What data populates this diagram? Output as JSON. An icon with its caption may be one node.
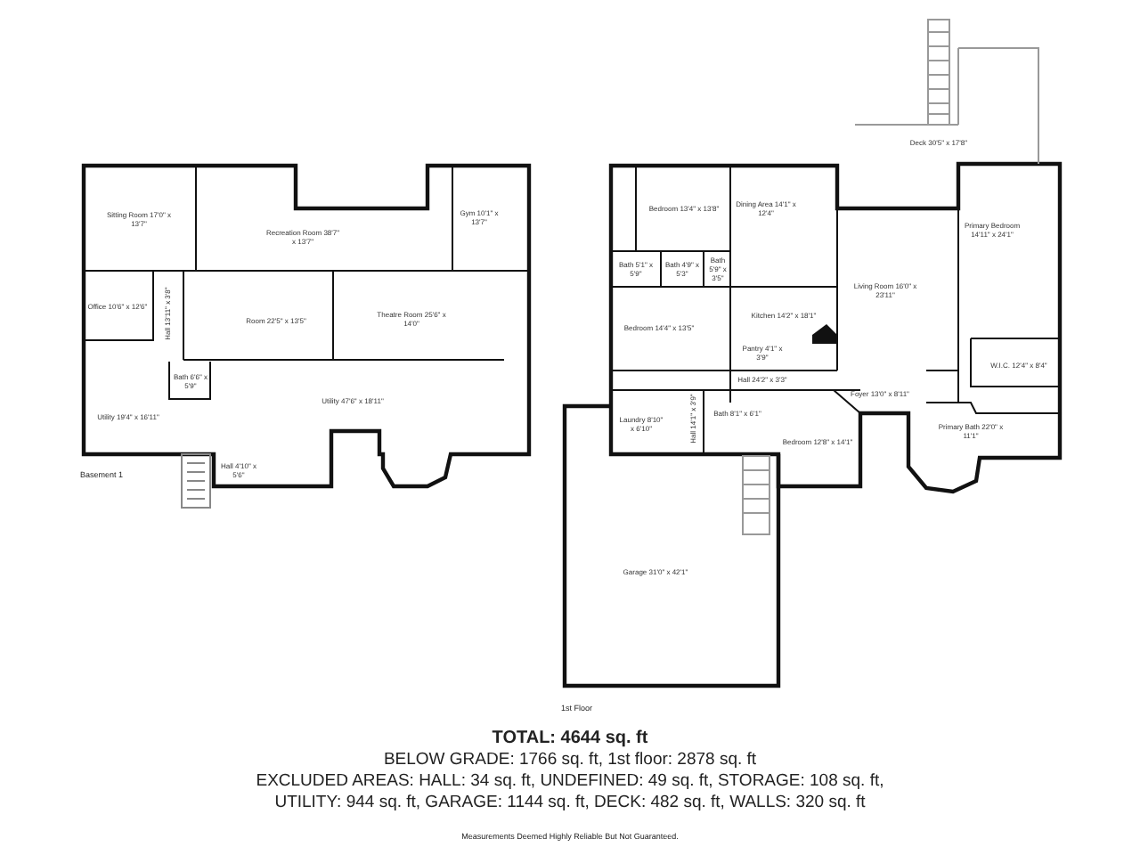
{
  "diagram": {
    "nodes": [
      {
        "text": [
          "Sitting Room 17'0\" x 13'7\""
        ]
      },
      {
        "text": [
          "Recreation Room 38'7\" x 13'7\""
        ]
      },
      {
        "text": [
          "Gym 10'1\" x 13'7\""
        ]
      },
      {
        "text": [
          "Office 10'6\" x 12'6\""
        ]
      },
      {
        "text": [
          "Hall 13'11\" x 3'8\""
        ]
      },
      {
        "text": [
          "Room 22'5\" x 13'5\""
        ]
      },
      {
        "text": [
          "Theatre Room 25'6\" x 14'0\""
        ]
      },
      {
        "text": [
          "Bath 6'6\" x 5'9\""
        ]
      },
      {
        "text": [
          "Utility 19'4\" x 16'11\""
        ]
      },
      {
        "text": [
          "Utility 47'6\" x 18'11\""
        ]
      },
      {
        "text": [
          "Hall 4'10\" x 5'6\""
        ]
      },
      {
        "text": [
          "Deck 30'5\" x 17'8\""
        ]
      },
      {
        "text": [
          "Bedroom 13'4\" x 13'8\""
        ]
      },
      {
        "text": [
          "Dining Area 14'1\" x 12'4\""
        ]
      },
      {
        "text": [
          "Primary Bedroom 14'11\" x 24'1\""
        ]
      },
      {
        "text": [
          "Bath 5'1\" x 5'9\""
        ]
      },
      {
        "text": [
          "Bath 4'9\" x 5'3\""
        ]
      },
      {
        "text": [
          "Bath 5'9\" x 3'5\""
        ]
      },
      {
        "text": [
          "Living Room 16'0\" x 23'11\""
        ]
      },
      {
        "text": [
          "Kitchen 14'2\" x 18'1\""
        ]
      },
      {
        "text": [
          "Bedroom 14'4\" x 13'5\""
        ]
      },
      {
        "text": [
          "Pantry 4'1\" x 3'9\""
        ]
      },
      {
        "text": [
          "Hall 24'2\" x 3'3\""
        ]
      },
      {
        "text": [
          "Foyer 13'0\" x 8'11\""
        ]
      },
      {
        "text": [
          "W.I.C. 12'4\" x 8'4\""
        ]
      },
      {
        "text": [
          "Laundry 8'10\" x 6'10\""
        ]
      },
      {
        "text": [
          "Hall 14'1\" x 3'9\""
        ]
      },
      {
        "text": [
          "Bath 8'1\" x 6'1\""
        ]
      },
      {
        "text": [
          "Bedroom 12'8\" x 14'1\""
        ]
      },
      {
        "text": [
          "Primary Bath 22'0\" x 11'1\""
        ]
      },
      {
        "text": [
          "Garage 31'0\" x 42'1\""
        ]
      }
    ],
    "labels": [
      "Basement 1",
      "1st Floor",
      "TOTAL: 4644 sq. ft",
      "BELOW GRADE: 1766 sq. ft, 1st floor: 2878 sq. ft",
      "EXCLUDED AREAS: HALL: 34 sq. ft, UNDEFINED: 49 sq. ft, STORAGE: 108 sq. ft, UTILITY: 944 sq. ft, GARAGE: 1144 sq. ft, DECK: 482 sq. ft, WALLS: 320 sq. ft",
      "Measurements Deemed Highly Reliable But Not Guaranteed."
    ]
  }
}
